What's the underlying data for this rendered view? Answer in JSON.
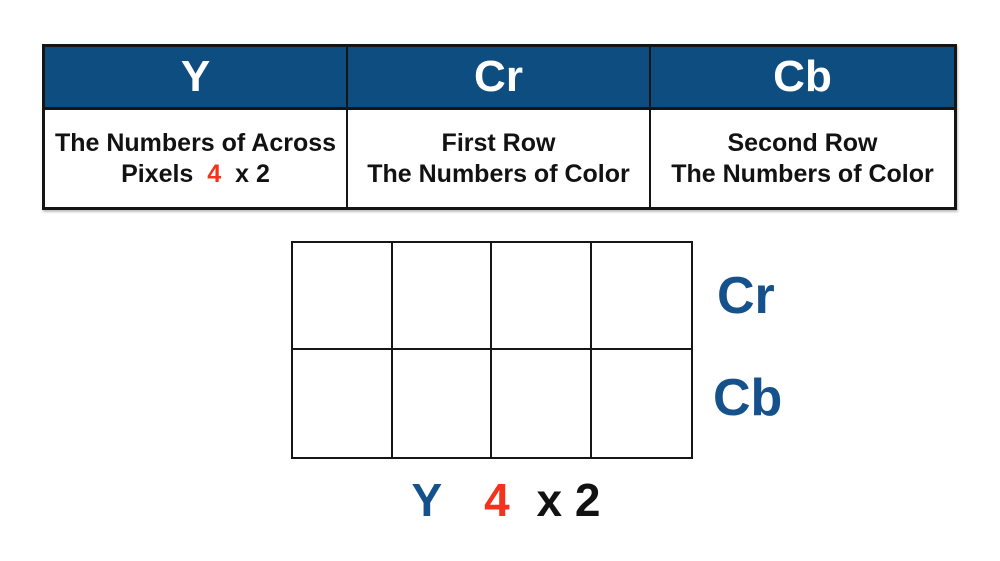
{
  "colors": {
    "header_bg": "#0e4d80",
    "label_blue": "#15518a",
    "accent_red": "#f4331d",
    "ink": "#121212"
  },
  "table": {
    "headers": [
      "Y",
      "Cr",
      "Cb"
    ],
    "descriptions": [
      {
        "line1": "The Numbers of Across",
        "line2_pre": "Pixels",
        "line2_num": "4",
        "line2_post": "x 2"
      },
      {
        "line1": "First Row",
        "line2": "The Numbers of Color"
      },
      {
        "line1": "Second Row",
        "line2": "The Numbers of Color"
      }
    ]
  },
  "diagram": {
    "grid_columns": 4,
    "grid_rows": 2,
    "row_labels": [
      "Cr",
      "Cb"
    ],
    "caption": {
      "channel": "Y",
      "num": "4",
      "rest": "x 2"
    }
  }
}
